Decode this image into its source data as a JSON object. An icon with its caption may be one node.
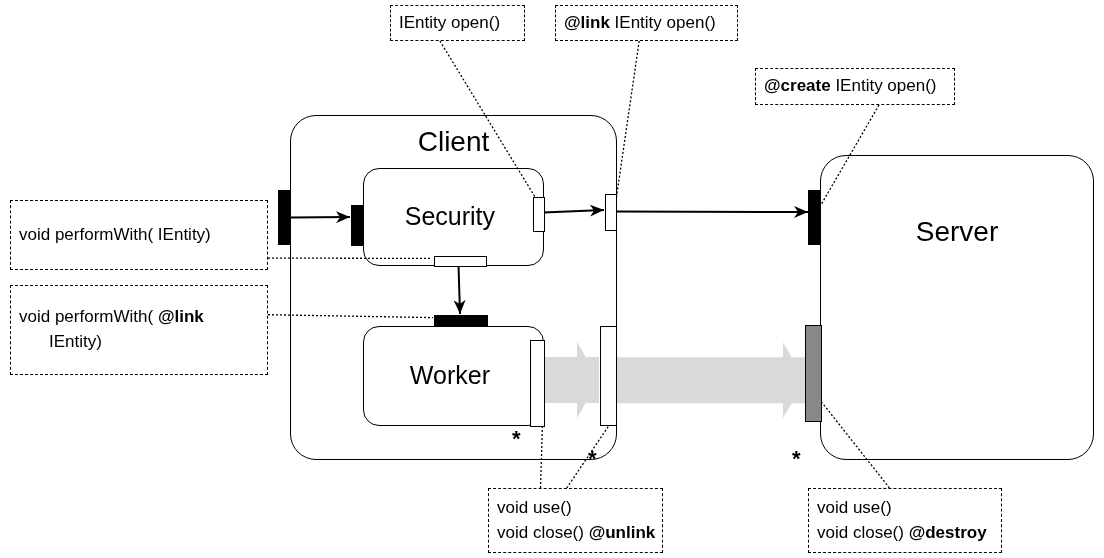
{
  "diagram": {
    "nodes": [
      {
        "text": [
          "IEntity open()"
        ]
      },
      {
        "text": [
          "**@link** IEntity open()"
        ]
      },
      {
        "text": [
          "**@create** IEntity open()"
        ]
      },
      {
        "text": [
          "Client"
        ]
      },
      {
        "text": [
          "Security"
        ],
        "in": 3
      },
      {
        "text": [
          "Worker"
        ],
        "in": 3
      },
      {
        "text": [
          "Server"
        ]
      },
      {
        "text": [
          "void performWith( IEntity)"
        ]
      },
      {
        "text": [
          "void performWith( **@link** IEntity)"
        ]
      },
      {
        "text": [
          "void use()",
          "void close() **@unlink**"
        ]
      },
      {
        "text": [
          "void use()",
          "void close() **@destroy**"
        ]
      },
      {
        "text": [],
        "shape": "bar"
      },
      {
        "text": [],
        "shape": "bar",
        "in": 3
      },
      {
        "text": [],
        "shape": "bar",
        "in": 4
      },
      {
        "text": [],
        "shape": "bar",
        "in": 4
      },
      {
        "text": [],
        "shape": "bar",
        "in": 3
      },
      {
        "text": [],
        "shape": "bar"
      },
      {
        "text": [],
        "shape": "bar",
        "in": 3
      },
      {
        "text": [],
        "shape": "bar",
        "in": 5
      },
      {
        "text": [],
        "shape": "bar",
        "in": 3
      },
      {
        "text": [],
        "shape": "bar"
      }
    ],
    "edges": [
      {
        "from": 11,
        "to": 12,
        "arrow": "to"
      },
      {
        "from": 13,
        "to": 15,
        "arrow": "to"
      },
      {
        "from": 15,
        "to": 16,
        "arrow": "to"
      },
      {
        "from": 14,
        "to": 17,
        "arrow": "to"
      },
      {
        "from": 18,
        "to": 19,
        "arrow": "to",
        "style": "thick",
        "color": "#d9d9d9"
      },
      {
        "from": 19,
        "to": 20,
        "arrow": "to",
        "style": "thick",
        "color": "#d9d9d9"
      },
      {
        "from": 0,
        "to": 13,
        "arrow": "none",
        "style": "dashed"
      },
      {
        "from": 1,
        "to": 15,
        "arrow": "none",
        "style": "dashed"
      },
      {
        "from": 2,
        "to": 16,
        "arrow": "none",
        "style": "dashed"
      },
      {
        "from": 7,
        "to": 14,
        "arrow": "none",
        "style": "dashed"
      },
      {
        "from": 8,
        "to": 17,
        "arrow": "none",
        "style": "dashed"
      },
      {
        "from": 9,
        "to": 18,
        "arrow": "none",
        "style": "dashed"
      },
      {
        "from": 9,
        "to": 19,
        "arrow": "none",
        "style": "dashed"
      },
      {
        "from": 10,
        "to": 20,
        "arrow": "none",
        "style": "dashed"
      }
    ],
    "labels": [
      "*",
      "*",
      "*"
    ]
  }
}
